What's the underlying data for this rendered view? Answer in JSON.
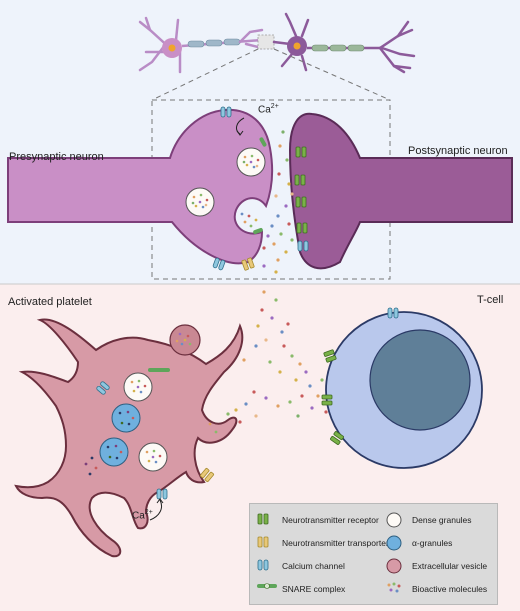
{
  "labels": {
    "presynaptic": "Presynaptic neuron",
    "postsynaptic": "Postsynaptic neuron",
    "platelet": "Activated platelet",
    "tcell": "T-cell",
    "calcium_top": "Ca",
    "calcium_bottom": "Ca",
    "calcium_superscript": "2+"
  },
  "legend": {
    "items": [
      {
        "label": "Neurotransmitter receptor",
        "icon": "receptor-icon"
      },
      {
        "label": "Dense granules",
        "icon": "dense-granule-icon"
      },
      {
        "label": "Neurotransmitter transporter",
        "icon": "transporter-icon"
      },
      {
        "label": "α-granules",
        "icon": "alpha-granule-icon"
      },
      {
        "label": "Calcium channel",
        "icon": "calcium-channel-icon"
      },
      {
        "label": "Extracellular vesicle",
        "icon": "vesicle-icon"
      },
      {
        "label": "SNARE complex",
        "icon": "snare-icon"
      },
      {
        "label": "Bioactive molecules",
        "icon": "molecules-icon"
      }
    ]
  },
  "colors": {
    "top_background": "#eef3fb",
    "bottom_background": "#fbeeee",
    "presynaptic": "#c98fc6",
    "postsynaptic": "#9b5c97",
    "platelet": "#d79aa6",
    "tcell_body": "#b9c8ec",
    "tcell_nucleus": "#5f7f98",
    "alpha_granule": "#6fb0de",
    "receptor": "#79b148",
    "transporter": "#e8c878",
    "calcium_channel": "#8ec7df"
  }
}
